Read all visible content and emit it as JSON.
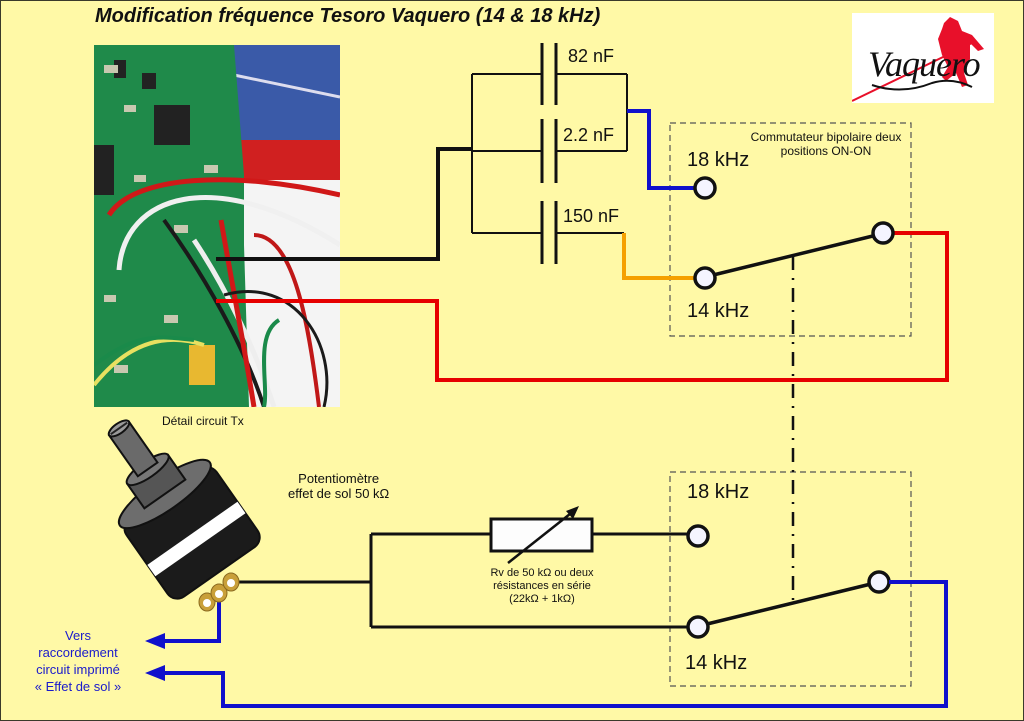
{
  "title": "Modification fréquence Tesoro Vaquero (14 & 18 kHz)",
  "logo": {
    "text": "Vaquero",
    "icon": "horse-rider-icon"
  },
  "photo": {
    "caption": "Détail circuit Tx"
  },
  "capacitors": [
    {
      "label": "82 nF"
    },
    {
      "label": "2.2 nF"
    },
    {
      "label": "150 nF"
    }
  ],
  "switch_top": {
    "description": "Commutateur bipolaire deux positions ON-ON",
    "pos1": "18 kHz",
    "pos2": "14 kHz"
  },
  "switch_bottom": {
    "pos1": "18 kHz",
    "pos2": "14 kHz"
  },
  "potentiometer": {
    "label_line1": "Potentiomètre",
    "label_line2": "effet de sol 50 kΩ"
  },
  "resistor": {
    "line1": "Rv de 50 kΩ ou deux",
    "line2": "résistances en série",
    "line3": "(22kΩ + 1kΩ)"
  },
  "connection_note": {
    "line1": "Vers",
    "line2": "raccordement",
    "line3": "circuit imprimé",
    "line4": "« Effet de sol »"
  },
  "colors": {
    "background": "#fff9a6",
    "wire_black": "#111111",
    "wire_red": "#e60000",
    "wire_blue": "#1010cc",
    "wire_orange": "#f5a000",
    "logo_red": "#e8102a"
  }
}
